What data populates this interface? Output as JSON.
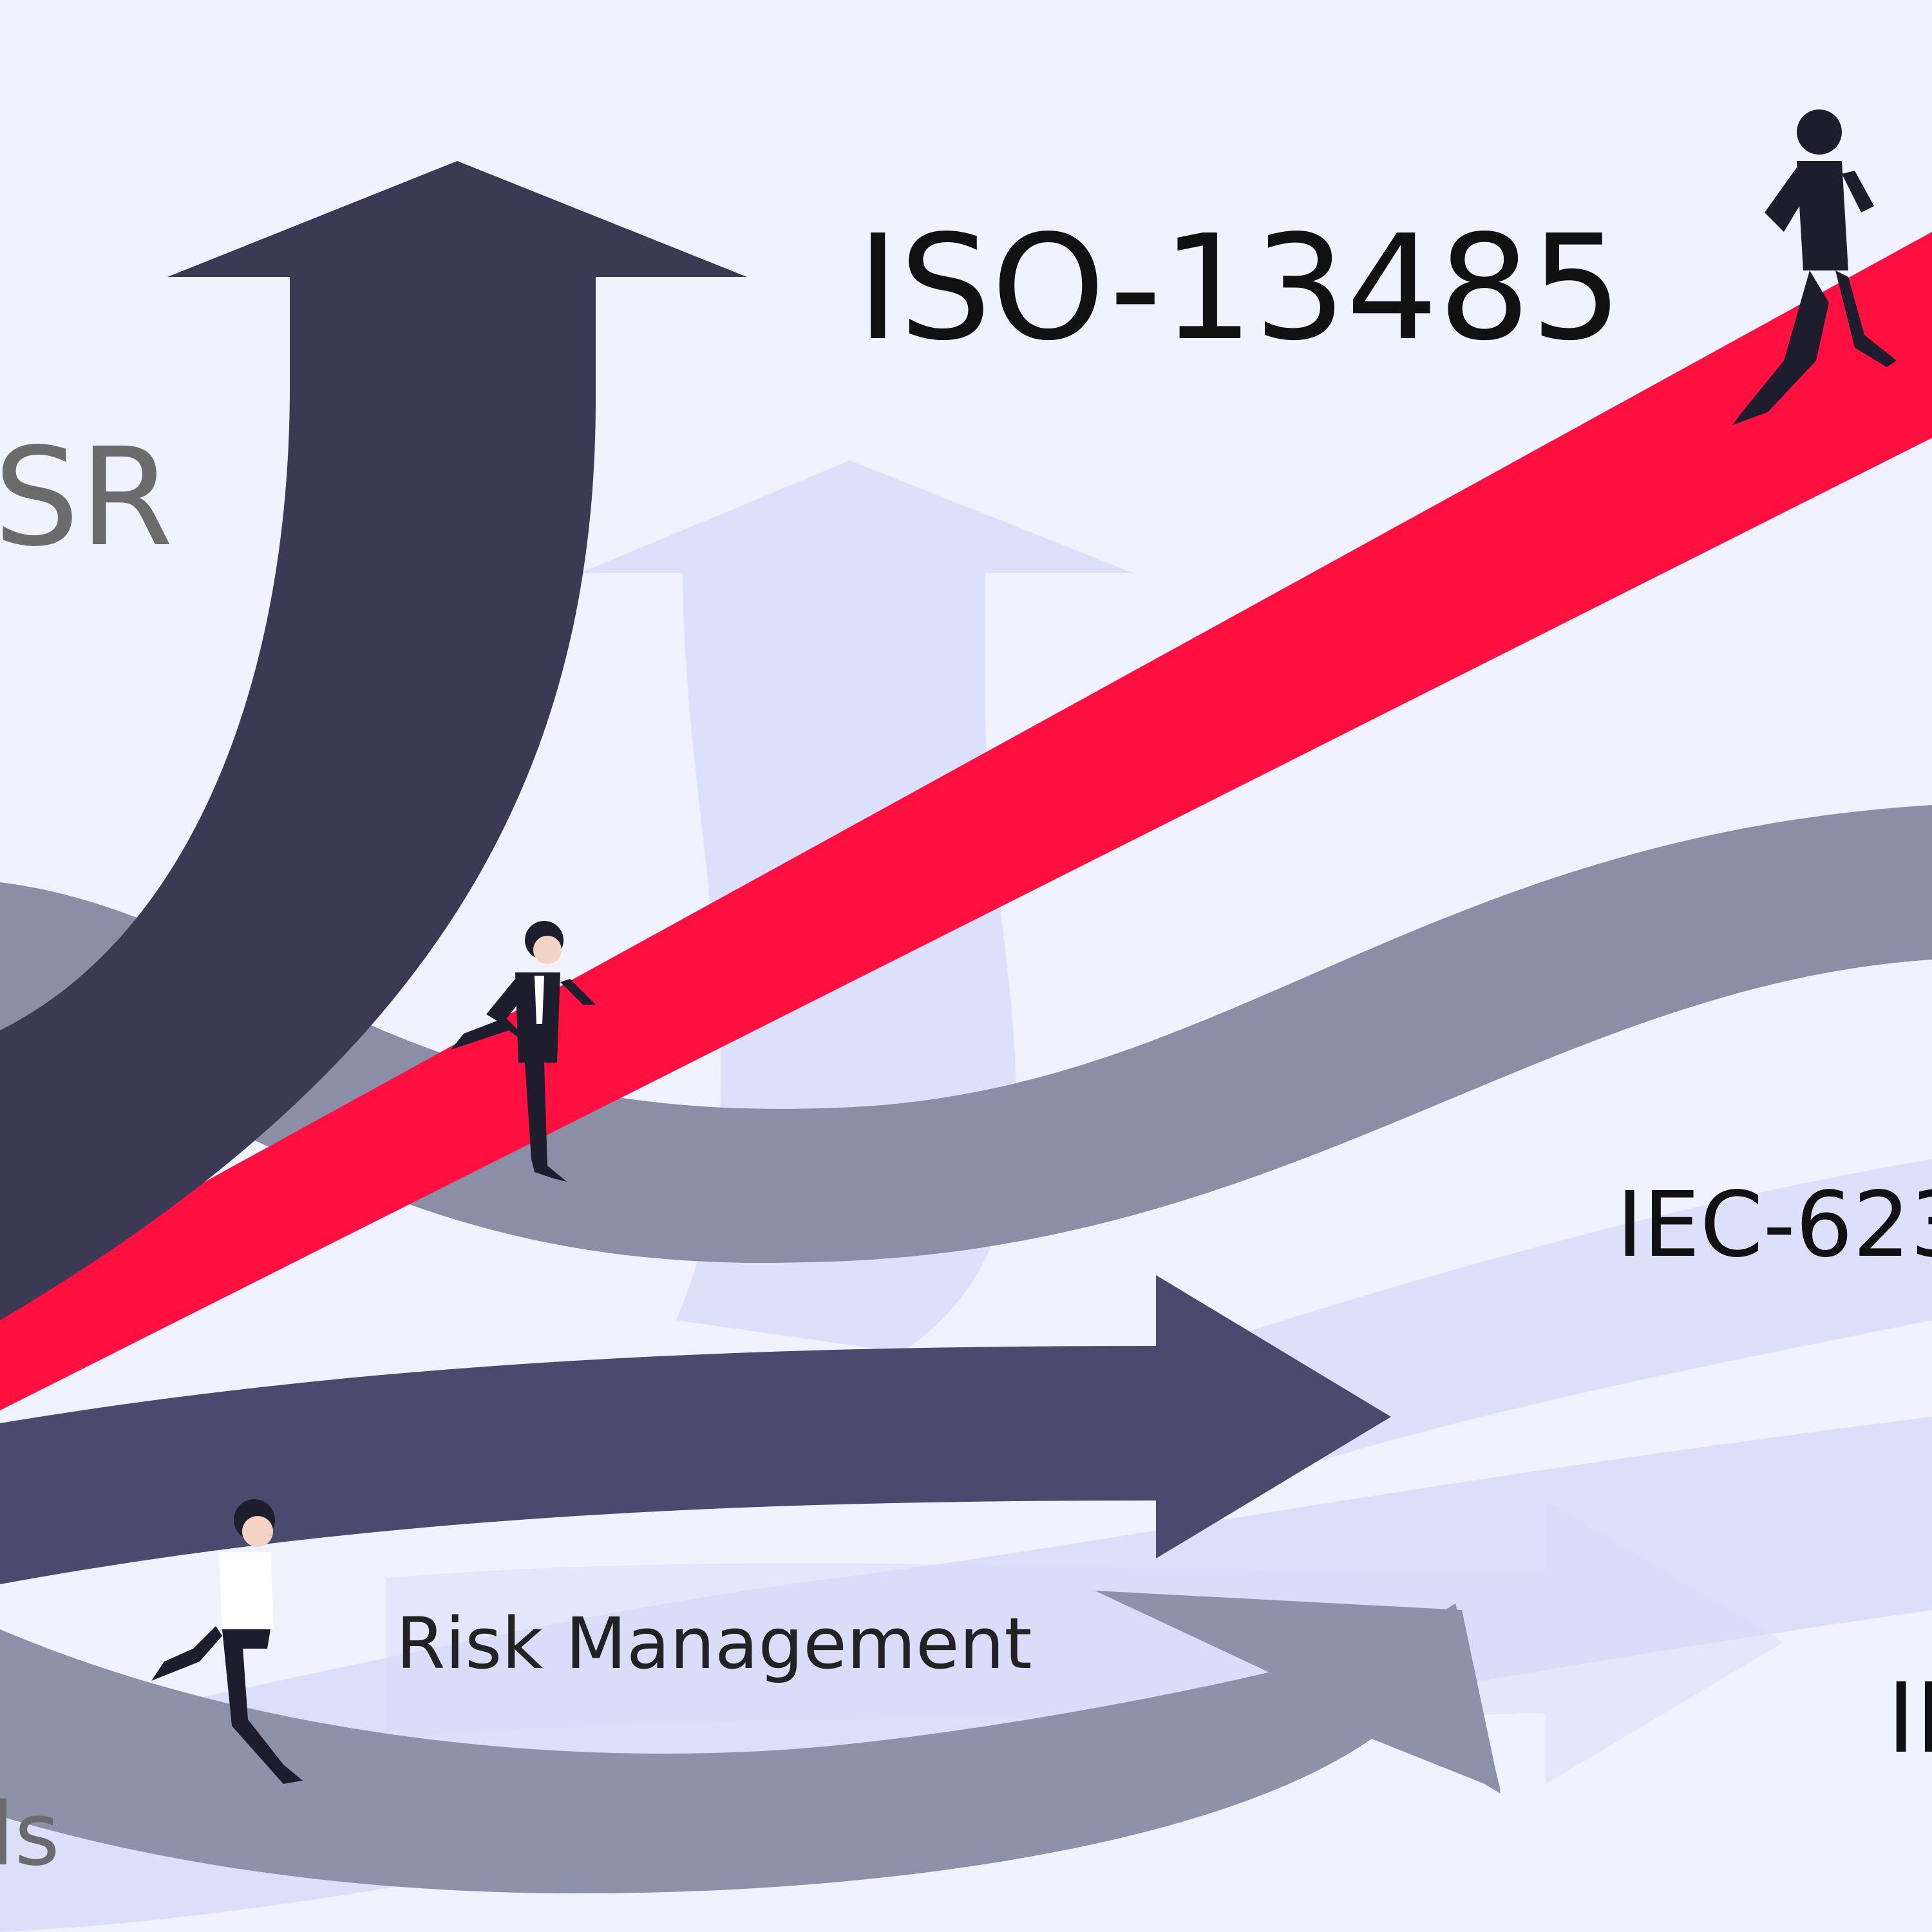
{
  "labels": {
    "iso_13485": "ISO-13485",
    "mdr_partial": "SR",
    "iec_623_partial": "IEC-623",
    "risk_management": "Risk Management",
    "iec_bottom_partial": "IE",
    "tools_partial": "ls"
  },
  "colors": {
    "background": "#f0f3ff",
    "red_arrow": "#ff1040",
    "dark_arrow": "#3b3954",
    "mid_arrow": "#4a4a6e",
    "grey_arrow": "#8b8ea6",
    "faint_arrow": "#dde0fb",
    "faint_arrow_2": "#e4e7fc",
    "label_dark": "#111111",
    "label_grey": "#6b6b6b"
  },
  "figures": [
    {
      "name": "top-right-runner",
      "shirt": "#ffffff",
      "suit": "#1d1d2e"
    },
    {
      "name": "center-runner",
      "shirt": "#ffffff",
      "suit": "#1d1d2e"
    },
    {
      "name": "bottom-left-runner",
      "shirt": "#ffffff",
      "suit": "#1d1d2e"
    }
  ]
}
